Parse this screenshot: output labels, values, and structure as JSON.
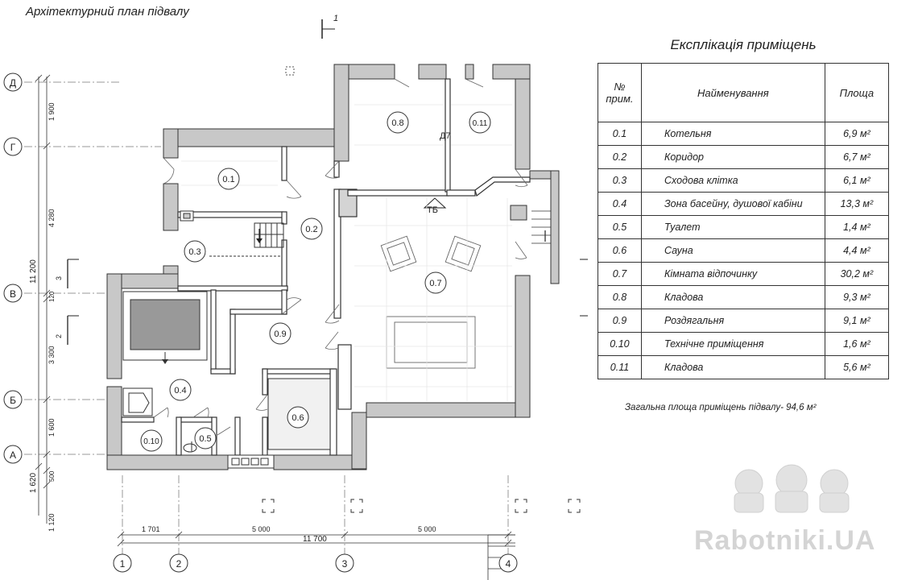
{
  "title": "Архітектурний план підвалу",
  "section_mark": "1",
  "explication": {
    "title": "Експлікація приміщень",
    "headers": {
      "num": "№\nприм.",
      "name": "Найменування",
      "area": "Площа"
    },
    "rows": [
      {
        "num": "0.1",
        "name": "Котельня",
        "area": "6,9 м²"
      },
      {
        "num": "0.2",
        "name": "Коридор",
        "area": "6,7 м²"
      },
      {
        "num": "0.3",
        "name": "Сходова клітка",
        "area": "6,1 м²"
      },
      {
        "num": "0.4",
        "name": "Зона басейну, душової кабіни",
        "area": "13,3 м²"
      },
      {
        "num": "0.5",
        "name": "Туалет",
        "area": "1,4 м²"
      },
      {
        "num": "0.6",
        "name": "Сауна",
        "area": "4,4 м²"
      },
      {
        "num": "0.7",
        "name": "Кімната відпочинку",
        "area": "30,2 м²"
      },
      {
        "num": "0.8",
        "name": "Кладова",
        "area": "9,3 м²"
      },
      {
        "num": "0.9",
        "name": "Роздягальня",
        "area": "9,1 м²"
      },
      {
        "num": "0.10",
        "name": "Технічне приміщення",
        "area": "1,6 м²"
      },
      {
        "num": "0.11",
        "name": "Кладова",
        "area": "5,6 м²"
      }
    ],
    "total": "Загальна площа приміщень підвалу-  94,6 м²"
  },
  "rooms": [
    "0.1",
    "0.2",
    "0.3",
    "0.4",
    "0.5",
    "0.6",
    "0.7",
    "0.8",
    "0.9",
    "0.10",
    "0.11"
  ],
  "labels": {
    "door_d7": "Д7",
    "tb": "ТБ"
  },
  "axes": {
    "rows": [
      "Д",
      "Г",
      "В",
      "Б",
      "А"
    ],
    "cols": [
      "1",
      "2",
      "3",
      "4"
    ]
  },
  "dimensions": {
    "left": [
      "1 900",
      "4 280",
      "11 200",
      "3",
      "120",
      "2",
      "3 300",
      "1 600",
      "500",
      "1 620",
      "1 120"
    ],
    "bottom": [
      "1 701",
      "5 000",
      "5 000",
      "11 700"
    ]
  },
  "watermark": "Rabotniki.UA",
  "icon_names": [
    "stair-arrow-icon",
    "door-swing-icon",
    "builders-watermark-icon"
  ]
}
